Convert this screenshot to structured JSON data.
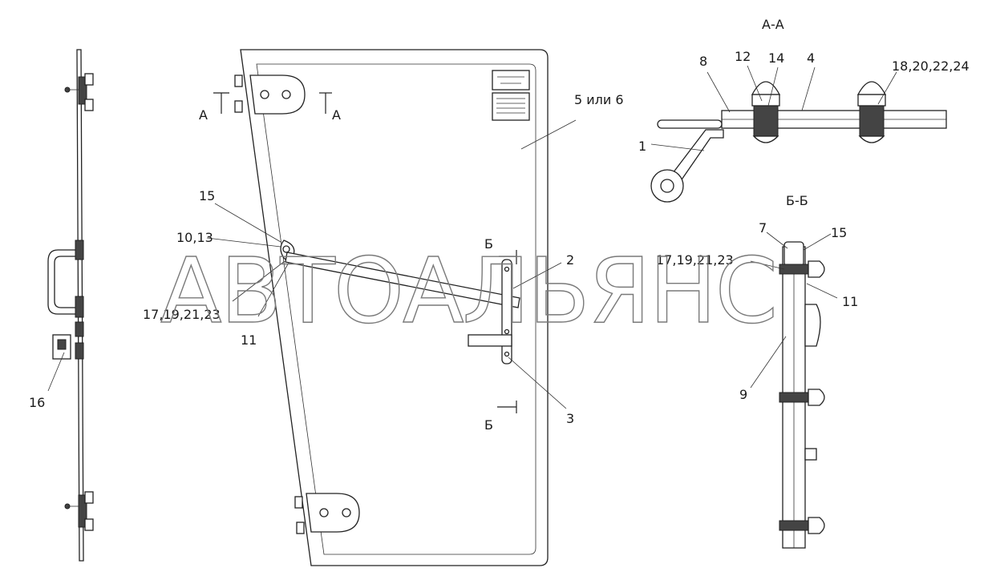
{
  "section_titles": {
    "aa": "А-А",
    "bb": "Б-Б"
  },
  "cut_marks": {
    "a_left": "А",
    "a_right": "А",
    "b_top": "Б",
    "b_bottom": "Б"
  },
  "callouts": {
    "c_15": "15",
    "c_10_13": "10,13",
    "c_17_19_21_23": "17,19,21,23",
    "c_11": "11",
    "c_2": "2",
    "c_3": "3",
    "c_5_or_6": "5 или 6",
    "c_16": "16",
    "c_1": "1",
    "c_8": "8",
    "c_12": "12",
    "c_14": "14",
    "c_4": "4",
    "c_18_20_22_24": "18,20,22,24",
    "c_7": "7",
    "c_15_bb": "15",
    "c_17_19_21_23_bb": "17,19,21,23",
    "c_11_bb": "11",
    "c_9": "9"
  },
  "watermark": "АВТОАЛЬЯНС"
}
